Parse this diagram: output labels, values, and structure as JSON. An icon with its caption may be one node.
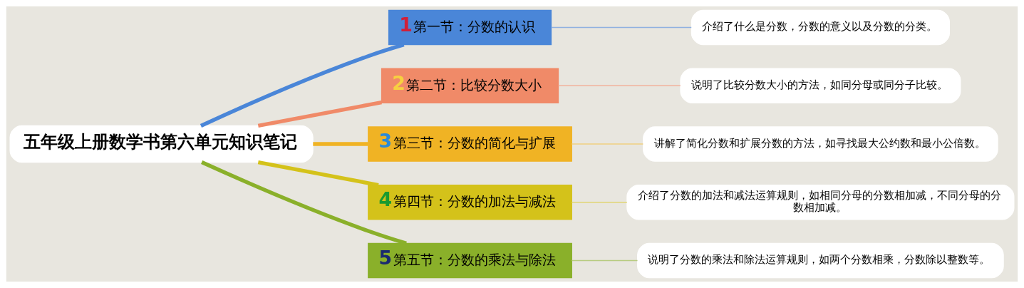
{
  "diagram": {
    "nodes": [
      {
        "text": [
          "五年级上册数学书第六单元知识笔记"
        ]
      },
      {
        "text": [
          "1",
          "第一节：分数的认识"
        ]
      },
      {
        "text": [
          "2",
          "第二节：比较分数大小"
        ]
      },
      {
        "text": [
          "3",
          "第三节：分数的简化与扩展"
        ]
      },
      {
        "text": [
          "4",
          "第四节：分数的加法与减法"
        ]
      },
      {
        "text": [
          "5",
          "第五节：分数的乘法与除法"
        ]
      },
      {
        "text": [
          "介绍了什么是分数，分数的意义以及分数的分类。"
        ]
      },
      {
        "text": [
          "说明了比较分数大小的方法，如同分母或同分子比较。"
        ]
      },
      {
        "text": [
          "讲解了简化分数和扩展分数的方法，如寻找最大公约数和最小公倍数。"
        ]
      },
      {
        "text": [
          "介绍了分数的加法和减法运算规则，如相同分母的分数相加减，不同分母的分数相加减。"
        ]
      },
      {
        "text": [
          "说明了分数的乘法和除法运算规则，如两个分数相乘，分数除以整数等。"
        ]
      }
    ],
    "edges": [
      {
        "from": 0,
        "to": 1,
        "arrow": "none",
        "style": "thick",
        "color": "#4a86d8"
      },
      {
        "from": 0,
        "to": 2,
        "arrow": "none",
        "style": "thick",
        "color": "#f08a68"
      },
      {
        "from": 0,
        "to": 3,
        "arrow": "none",
        "style": "thick",
        "color": "#f0b324"
      },
      {
        "from": 0,
        "to": 4,
        "arrow": "none",
        "style": "thick",
        "color": "#d4c21a"
      },
      {
        "from": 0,
        "to": 5,
        "arrow": "none",
        "style": "thick",
        "color": "#8ab02a"
      },
      {
        "from": 1,
        "to": 6,
        "arrow": "none",
        "color": "#8fb0e0"
      },
      {
        "from": 2,
        "to": 7,
        "arrow": "none",
        "color": "#f2b09a"
      },
      {
        "from": 3,
        "to": 8,
        "arrow": "none",
        "color": "#f0cf80"
      },
      {
        "from": 4,
        "to": 9,
        "arrow": "none",
        "color": "#e0d470"
      },
      {
        "from": 5,
        "to": 10,
        "arrow": "none",
        "color": "#b8cc80"
      }
    ]
  }
}
